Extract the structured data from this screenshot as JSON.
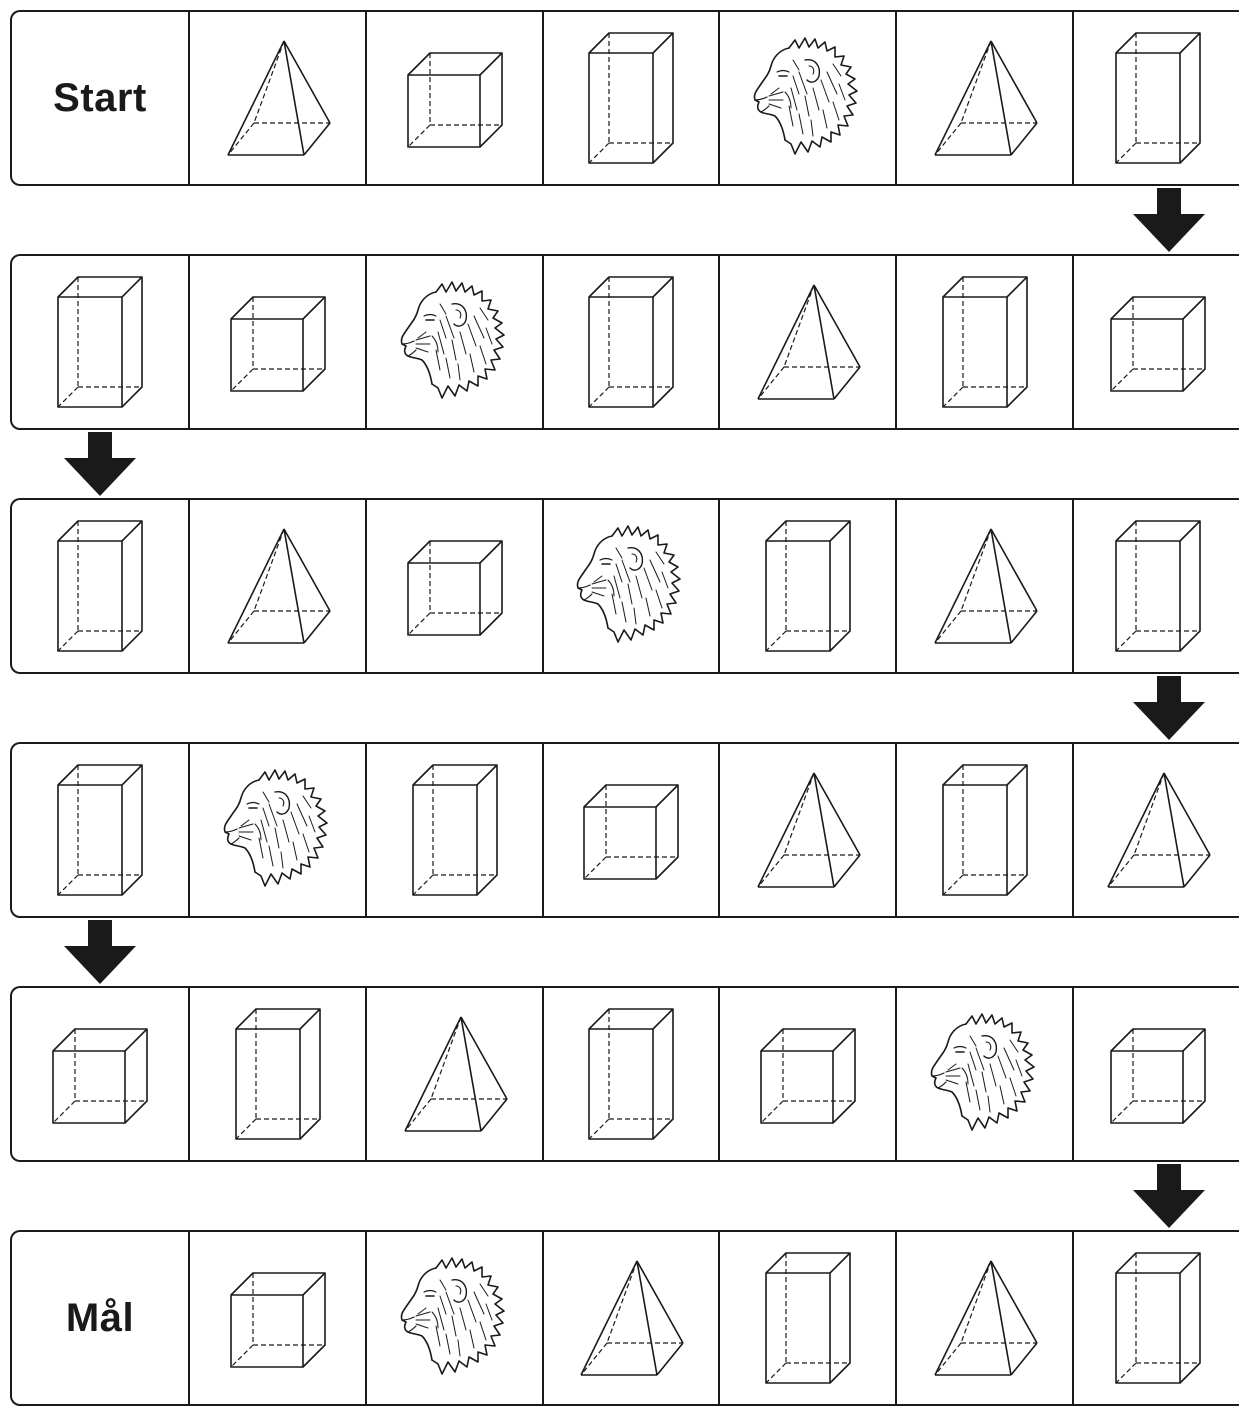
{
  "start_label": "Start",
  "goal_label": "Mål",
  "colors": {
    "line": "#1a1a1a",
    "background": "#ffffff"
  },
  "rows": [
    {
      "cells": [
        "label-start",
        "pyramid",
        "cube",
        "prism",
        "lion",
        "pyramid",
        "prism"
      ],
      "arrow_after": "right"
    },
    {
      "cells": [
        "prism",
        "cube",
        "lion",
        "prism",
        "pyramid",
        "prism",
        "cube"
      ],
      "arrow_after": "left"
    },
    {
      "cells": [
        "prism",
        "pyramid",
        "cube",
        "lion",
        "prism",
        "pyramid",
        "prism"
      ],
      "arrow_after": "right"
    },
    {
      "cells": [
        "prism",
        "lion",
        "prism",
        "cube",
        "pyramid",
        "prism",
        "pyramid"
      ],
      "arrow_after": "left"
    },
    {
      "cells": [
        "cube",
        "prism",
        "pyramid",
        "prism",
        "cube",
        "lion",
        "cube"
      ],
      "arrow_after": "right"
    },
    {
      "cells": [
        "label-goal",
        "cube",
        "lion",
        "pyramid",
        "prism",
        "pyramid",
        "prism"
      ],
      "arrow_after": null
    }
  ]
}
